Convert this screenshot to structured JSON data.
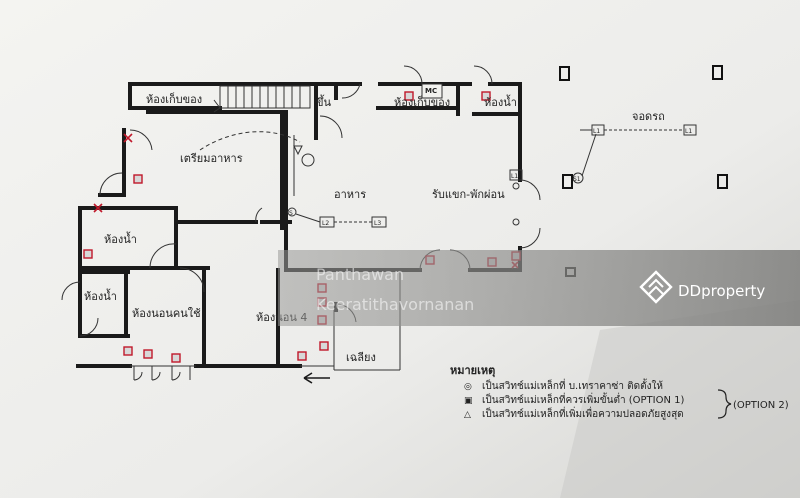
{
  "rooms": {
    "storage_left": "ห้องเก็บของ",
    "stairs_up": "ขึ้น",
    "storage_top": "ห้องเก็บของ",
    "mc_panel": "MC",
    "bath_top": "ห้องน้ำ",
    "prep_food": "เตรียมอาหาร",
    "dining": "อาหาร",
    "reception": "รับแขก-พักผ่อน",
    "bath_mid": "ห้องน้ำ",
    "bath_low": "ห้องน้ำ",
    "maid_room": "ห้องนอนคนใช้",
    "bedroom4": "ห้องนอน 4",
    "porch": "เฉลียง",
    "parking": "จอดรถ"
  },
  "switch_labels": {
    "s1_left": "S",
    "s1_right": "S1",
    "l1": "L1",
    "l1b": "L1",
    "l1c": "L1",
    "l2": "L2",
    "l3": "L3"
  },
  "legend": {
    "title": "หมายเหตุ",
    "item1": "เป็นสวิทช์แม่เหล็กที่ บ.เทราคาซ่า ติดตั้งให้",
    "item2": "เป็นสวิทช์แม่เหล็กที่ควรเพิ่มขั้นต่ำ (OPTION 1)",
    "item3": "เป็นสวิทช์แม่เหล็กที่เพิ่มเพื่อความปลอดภัยสูงสุด",
    "option2": "(OPTION 2)",
    "symbol1": "◎",
    "symbol2": "▣",
    "symbol3": "△"
  },
  "watermark": {
    "name1": "Panthawan",
    "name2": "Keeratithavornanan",
    "brand": "DDproperty"
  },
  "colors": {
    "paper": "#f2f2ef",
    "wall": "#1a1a1a",
    "marker": "#c0182a",
    "watermark_band": "#8a8a88"
  }
}
